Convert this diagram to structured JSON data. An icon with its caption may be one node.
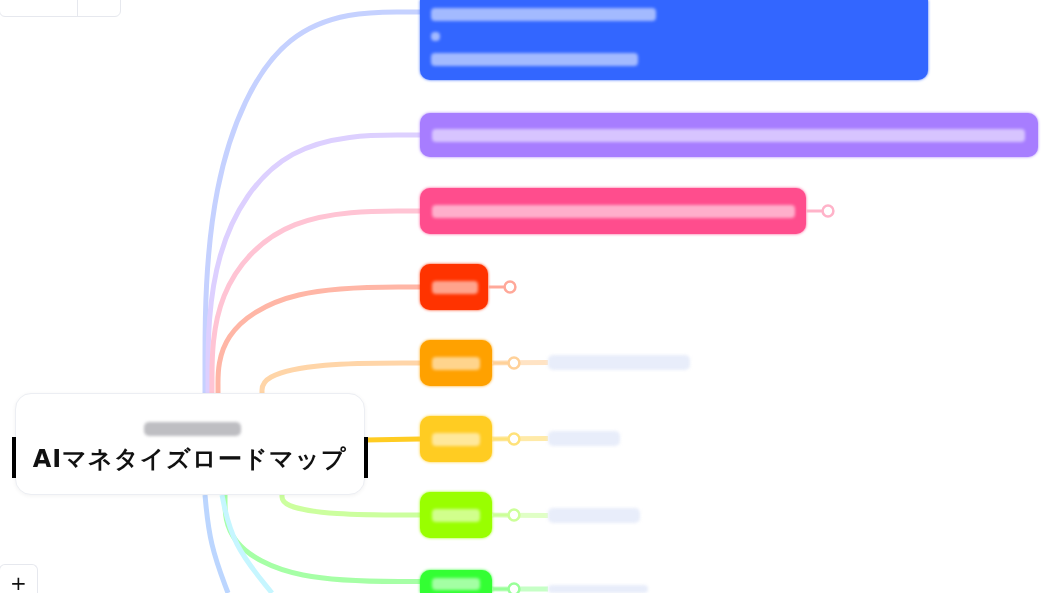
{
  "diagram": {
    "nodes": [
      {
        "text": [
          "AIマネタイズロードマップ"
        ]
      },
      {
        "text": [],
        "shape": "bar",
        "in": 0
      },
      {
        "text": [],
        "shape": "box"
      },
      {
        "text": [],
        "shape": "box"
      },
      {
        "text": [],
        "shape": "box"
      },
      {
        "text": [],
        "shape": "box"
      },
      {
        "text": [],
        "shape": "box"
      },
      {
        "text": [],
        "shape": "bar"
      },
      {
        "text": [],
        "shape": "box"
      },
      {
        "text": [],
        "shape": "bar"
      },
      {
        "text": [],
        "shape": "box"
      },
      {
        "text": [],
        "shape": "bar"
      },
      {
        "text": [],
        "shape": "box"
      },
      {
        "text": [],
        "shape": "bar"
      }
    ],
    "edges": [
      {
        "from": 0,
        "to": 2,
        "arrow": "none",
        "color": "#c5d1ff"
      },
      {
        "from": 0,
        "to": 3,
        "arrow": "none",
        "color": "#ddd0ff"
      },
      {
        "from": 0,
        "to": 4,
        "arrow": "none",
        "color": "#ffc4d4"
      },
      {
        "from": 0,
        "to": 5,
        "arrow": "none",
        "color": "#ffb6a6"
      },
      {
        "from": 0,
        "to": 6,
        "arrow": "none",
        "color": "#ffd5a8"
      },
      {
        "from": 0,
        "to": 8,
        "arrow": "none",
        "color": "#ffcc22"
      },
      {
        "from": 0,
        "to": 10,
        "arrow": "none",
        "color": "#ccff9e"
      },
      {
        "from": 0,
        "to": 12,
        "arrow": "none",
        "color": "#a6ffa6"
      },
      {
        "from": 0,
        "to": null,
        "arrow": "none",
        "color": "#bcd6ff"
      },
      {
        "from": 0,
        "to": null,
        "arrow": "none",
        "color": "#c6f6ff"
      },
      {
        "from": 6,
        "to": 7,
        "arrow": "none",
        "color": "#ffe3c4"
      },
      {
        "from": 8,
        "to": 9,
        "arrow": "none",
        "color": "#ffeaa8"
      },
      {
        "from": 10,
        "to": 11,
        "arrow": "none",
        "color": "#e0ffc6"
      },
      {
        "from": 12,
        "to": 13,
        "arrow": "none",
        "color": "#c6ffc6"
      }
    ],
    "labels": [
      "+"
    ]
  }
}
